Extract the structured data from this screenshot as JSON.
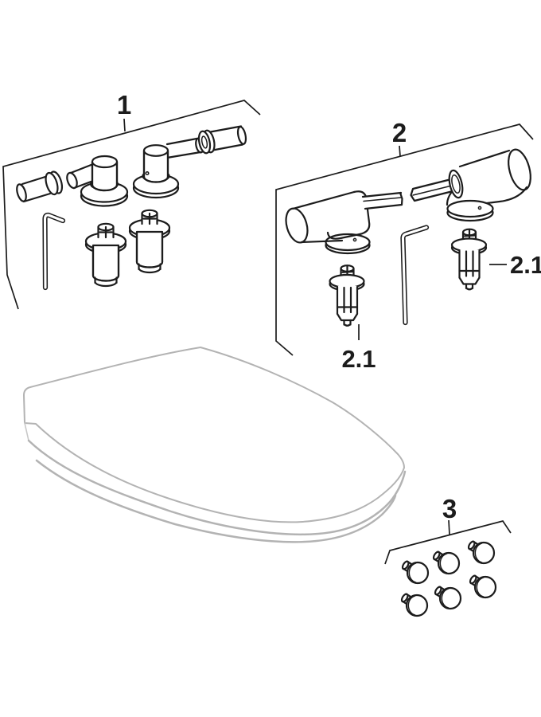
{
  "figure": {
    "type": "exploded-parts-diagram",
    "subject": "toilet seat and lid with hinge fastening sets"
  },
  "colors": {
    "ink": "#1c1c1c",
    "seat_line": "#b3b3b3",
    "seat_line_light": "#c8c8c8",
    "background": "#ffffff"
  },
  "callouts": {
    "group1": {
      "label": "1"
    },
    "group2": {
      "label": "2"
    },
    "group2_sub_left": {
      "label": "2.1"
    },
    "group2_sub_right": {
      "label": "2.1"
    },
    "group3": {
      "label": "3"
    }
  },
  "groups": {
    "group1": {
      "items": [
        "sleeve-pin",
        "hinge-post-left",
        "hinge-post-right",
        "sleeve-bush",
        "hex-key",
        "expansion-bolt",
        "expansion-bolt"
      ]
    },
    "group2": {
      "items": [
        "damper-hinge-left",
        "damper-hinge-right",
        "hex-key",
        "expansion-anchor",
        "expansion-anchor"
      ]
    },
    "group3": {
      "items": [
        "buffer-cap",
        "buffer-cap",
        "buffer-cap",
        "buffer-cap",
        "buffer-cap",
        "buffer-cap"
      ]
    },
    "seat": {
      "items": [
        "seat-lid"
      ]
    }
  }
}
